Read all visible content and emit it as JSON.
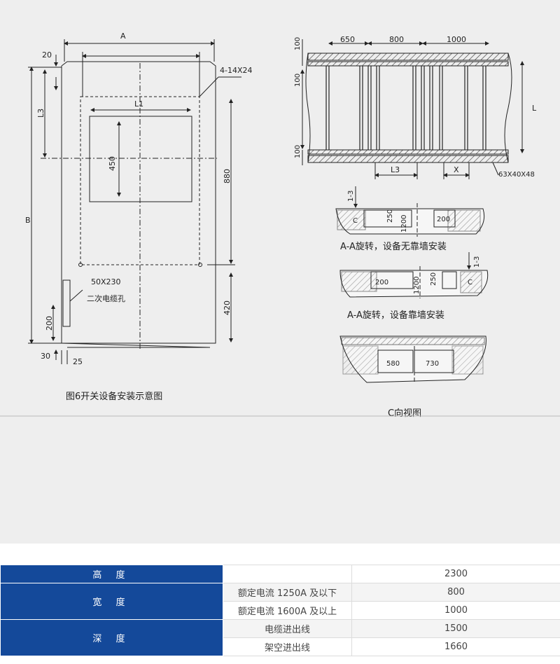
{
  "figure": {
    "main_caption": "图6开关设备安装示意图",
    "labels": {
      "A": "A",
      "B": "B",
      "L1": "L1",
      "L3": "L3",
      "d20": "20",
      "d450": "450",
      "d880": "880",
      "d420": "420",
      "d200": "200",
      "d30": "30",
      "d25": "25",
      "holes": "4-14X24",
      "cable_hole_size": "50X230",
      "cable_hole_name": "二次电缆孔"
    },
    "plan": {
      "d650": "650",
      "d800": "800",
      "d1000": "1000",
      "d100a": "100",
      "d100b": "100",
      "d100c": "100",
      "L": "L",
      "L3": "L3",
      "X": "X",
      "channel": "63X40X48"
    },
    "section1": {
      "caption": "A-A旋转，设备无靠墙安装",
      "d13": "1-3",
      "d250": "250",
      "d1200": "1200",
      "d200": "200",
      "C": "C"
    },
    "section2": {
      "caption": "A-A旋转，设备靠墙安装",
      "d13": "1-3",
      "d250": "250",
      "d1200": "1200",
      "d200": "200",
      "C": "C"
    },
    "section3": {
      "caption": "C向视图",
      "d580": "580",
      "d730": "730"
    }
  },
  "table": {
    "height_label": "高 度",
    "height_value": "2300",
    "width_label": "宽 度",
    "width_rows": [
      {
        "condition": "额定电流 1250A 及以下",
        "value": "800"
      },
      {
        "condition": "额定电流 1600A 及以上",
        "value": "1000"
      }
    ],
    "depth_label": "深 度",
    "depth_rows": [
      {
        "condition": "电缆进出线",
        "value": "1500"
      },
      {
        "condition": "架空进出线",
        "value": "1660"
      }
    ]
  },
  "colors": {
    "header_blue": "#14499a",
    "panel_gray": "#eeeeee"
  }
}
